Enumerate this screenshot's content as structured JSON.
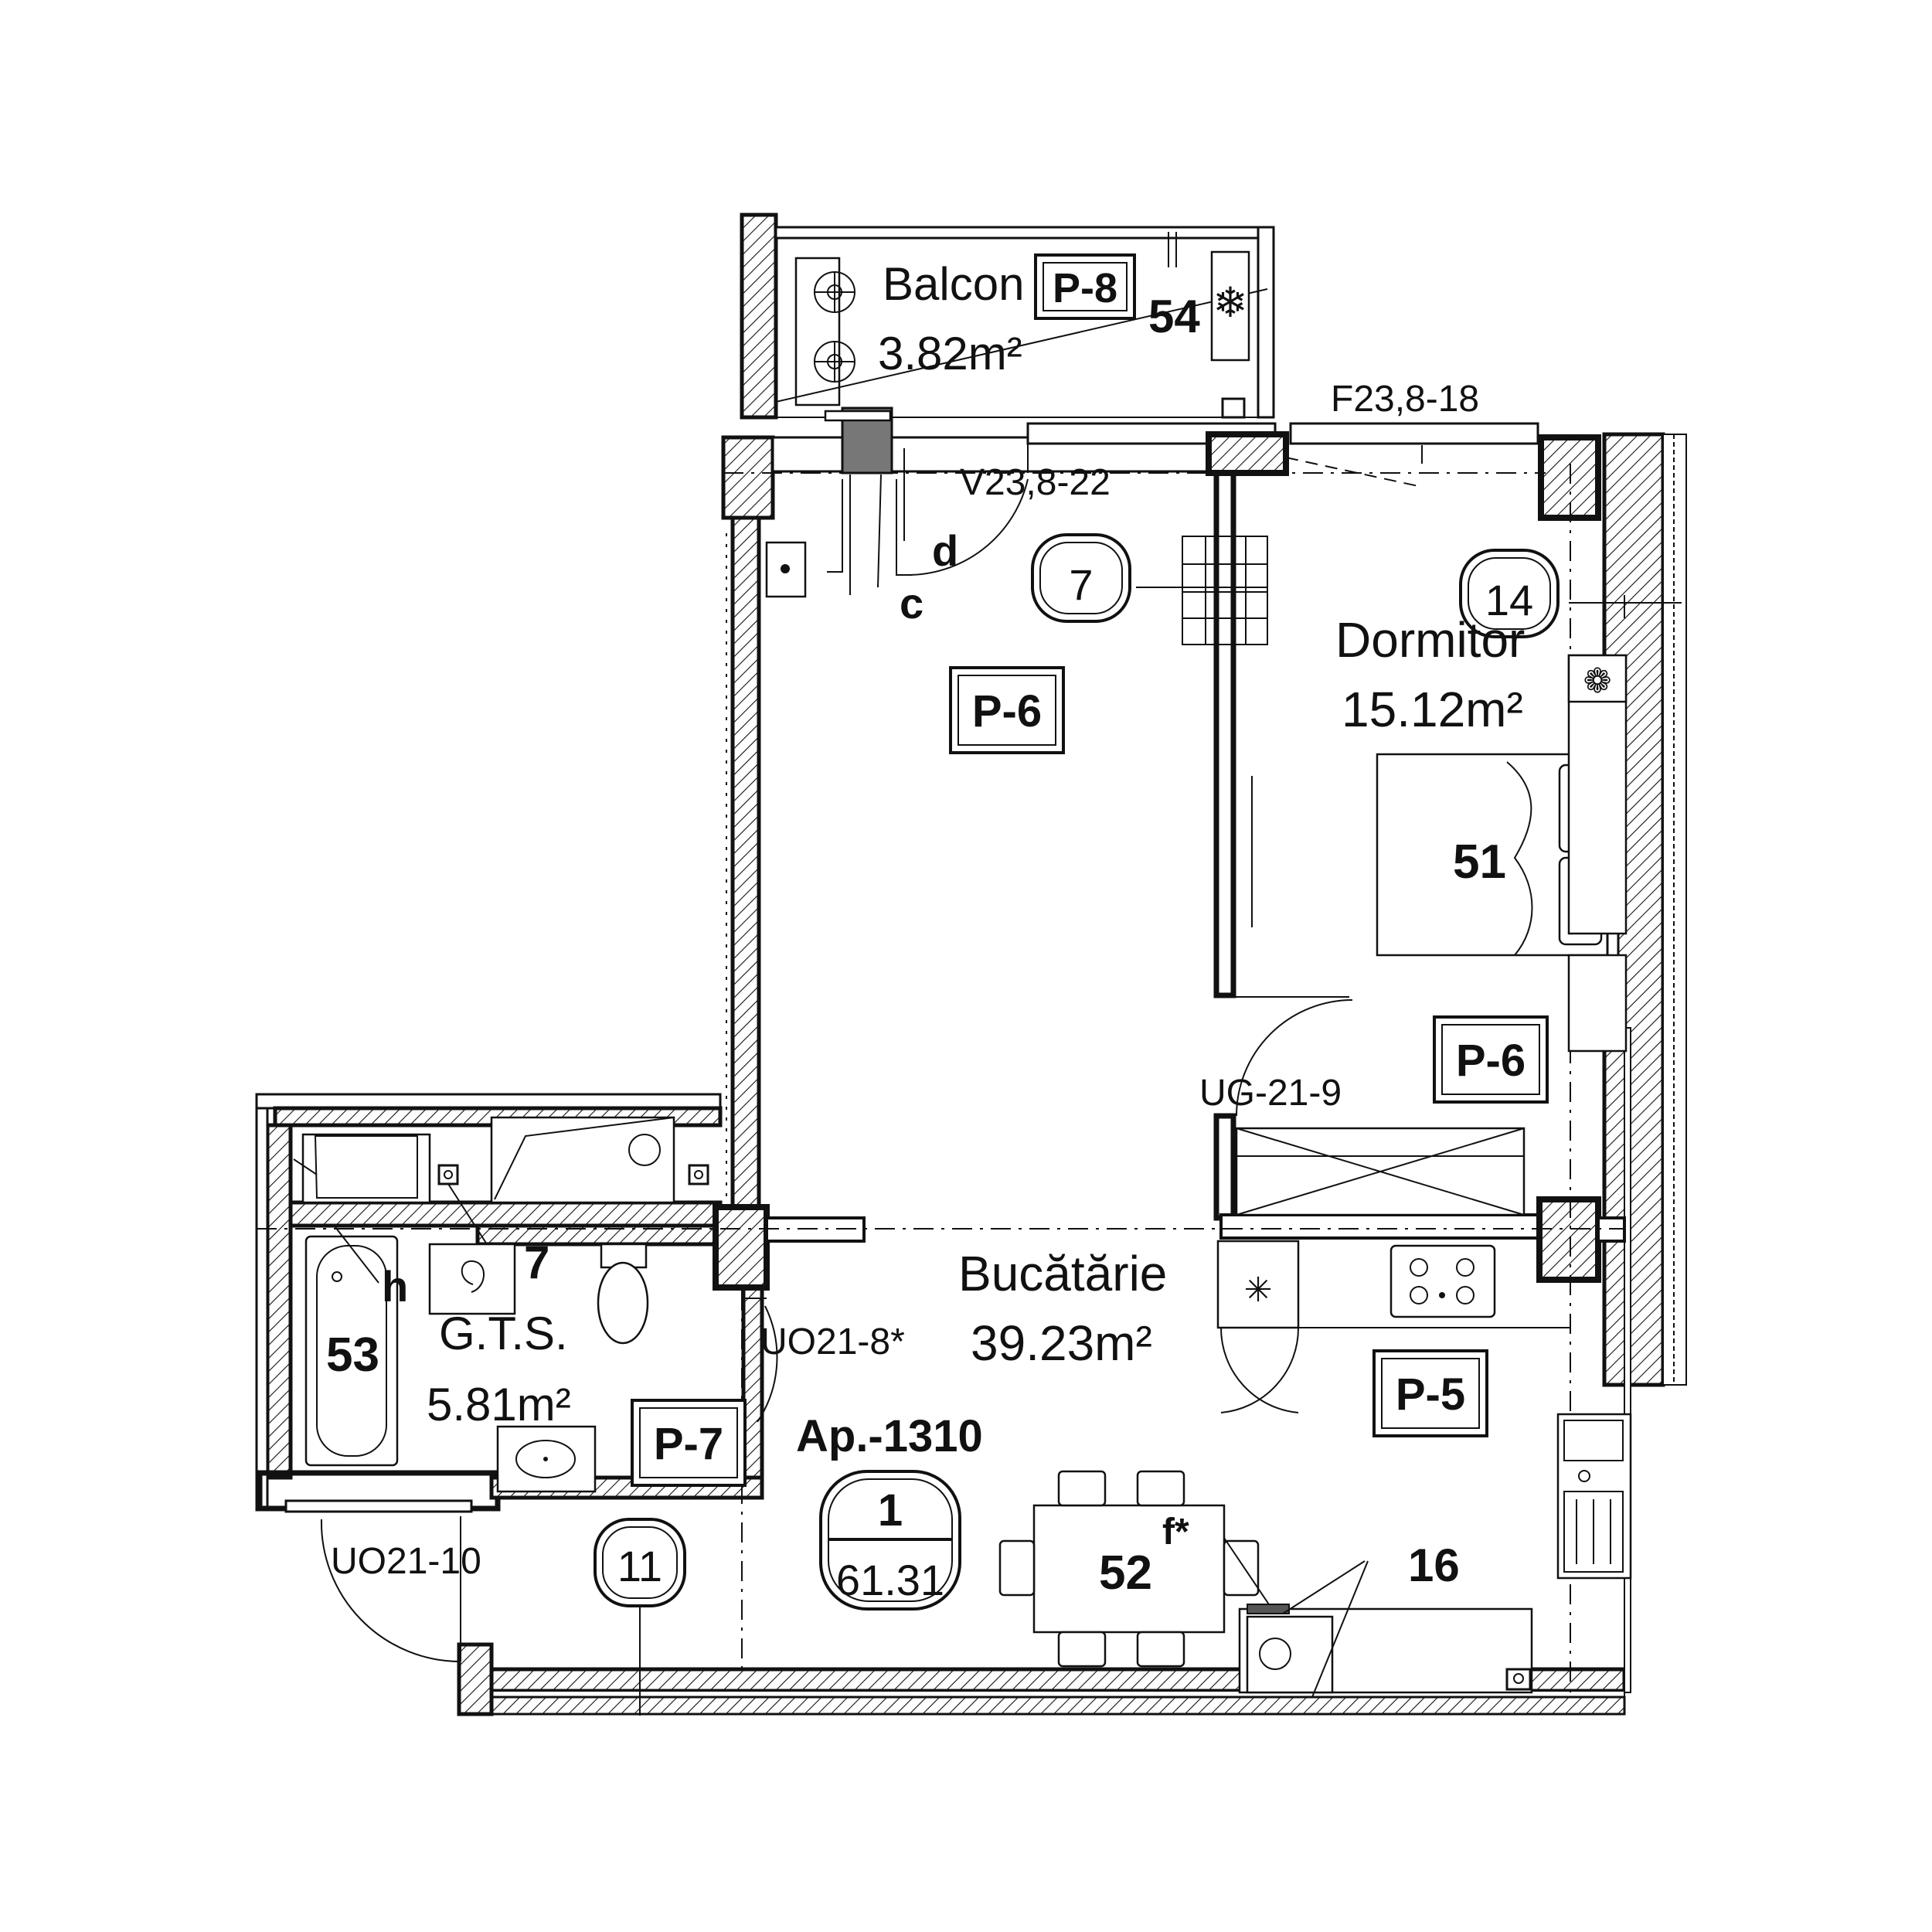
{
  "apartment": {
    "label": "Ap.-1310",
    "room_count": "1",
    "total_area": "61.31"
  },
  "rooms": {
    "balcon": {
      "name": "Balcon",
      "area": "3.82m²"
    },
    "dormitor": {
      "name": "Dormitor",
      "area": "15.12m²"
    },
    "bucatarie": {
      "name": "Bucătărie",
      "area": "39.23m²"
    },
    "gts": {
      "name": "G.T.S.",
      "area": "5.81m²"
    }
  },
  "finish_tags": {
    "p8": "P-8",
    "p6_living": "P-6",
    "p6_bedroom": "P-6",
    "p5": "P-5",
    "p7": "P-7"
  },
  "circle_tags": {
    "c7": "7",
    "c14": "14",
    "c11": "11"
  },
  "furniture_numbers": {
    "n54": "54",
    "n51": "51",
    "n53": "53",
    "n52": "52",
    "n16": "16",
    "n7_bath": "7"
  },
  "window_door_codes": {
    "f23": "F23,8-18",
    "v23": "V23,8-22",
    "ug21": "UG-21-9",
    "uo21_8": "UO21-8*",
    "uo21_10": "UO21-10"
  },
  "annotation_letters": {
    "c": "c",
    "d": "d",
    "h": "h",
    "f_star": "f*"
  },
  "icons": [
    "snowflake-icon",
    "ventilation-fan-icon",
    "drain-icon",
    "target-icon"
  ]
}
